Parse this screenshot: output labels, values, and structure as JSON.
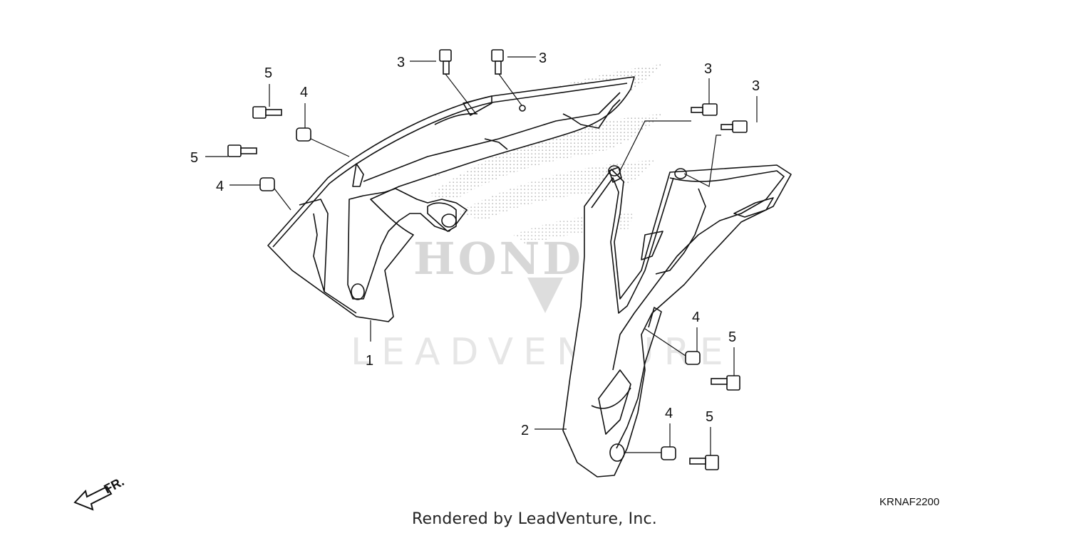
{
  "diagram": {
    "code": "KRNAF2200",
    "credit": "Rendered by LeadVenture, Inc.",
    "watermark_brand": "HONDA",
    "watermark_vendor": "LEADVENTURE",
    "direction_label": "FR.",
    "callouts": [
      "1",
      "2",
      "3",
      "3",
      "3",
      "3",
      "4",
      "4",
      "4",
      "4",
      "5",
      "5",
      "5",
      "5"
    ],
    "colors": {
      "line": "#111111",
      "watermark": "#d7d7d7"
    }
  }
}
